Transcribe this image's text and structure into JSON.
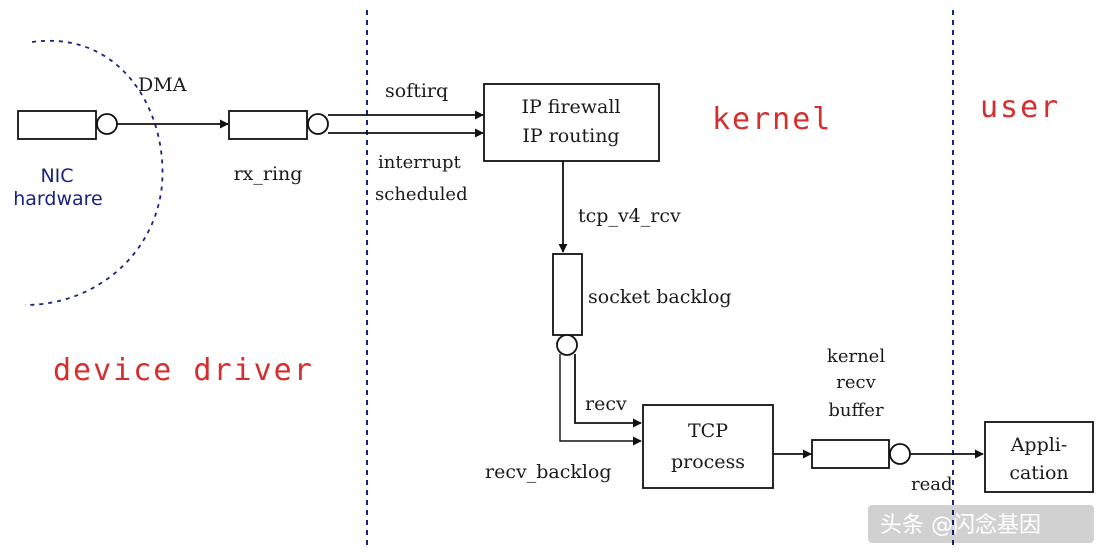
{
  "colors": {
    "line": "#111111",
    "boundary": "#1a237e",
    "region_label": "#d32f2f",
    "nic_label": "#1a237e"
  },
  "labels": {
    "dma": "DMA",
    "nic_line1": "NIC",
    "nic_line2": "hardware",
    "rx_ring": "rx_ring",
    "softirq": "softirq",
    "interrupt_line1": "interrupt",
    "interrupt_line2": "scheduled",
    "ip_line1": "IP firewall",
    "ip_line2": "IP routing",
    "tcp_v4_rcv": "tcp_v4_rcv",
    "socket_backlog": "socket backlog",
    "recv": "recv",
    "recv_backlog": "recv_backlog",
    "tcp_line1": "TCP",
    "tcp_line2": "process",
    "kbuf_line1": "kernel",
    "kbuf_line2": "recv",
    "kbuf_line3": "buffer",
    "read": "read",
    "app_line1": "Appli-",
    "app_line2": "cation"
  },
  "regions": {
    "device_driver": "device driver",
    "kernel": "kernel",
    "user": "user"
  },
  "watermark": "头条 @闪念基因"
}
